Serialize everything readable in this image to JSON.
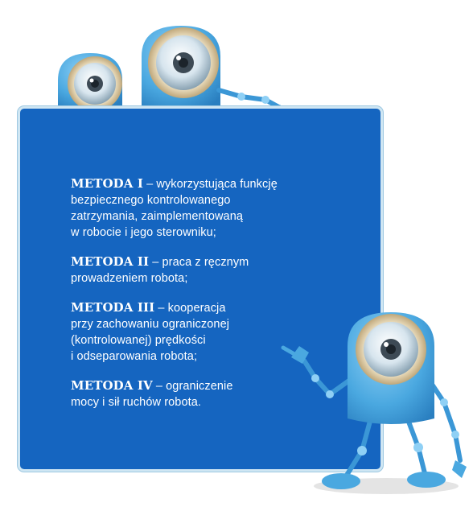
{
  "methods": [
    {
      "name": "METODA I",
      "first_line": " – wykorzystująca funkcję",
      "lines": [
        "bezpiecznego kontrolowanego",
        "zatrzymania, zaimplementowaną",
        "w robocie i jego sterowniku;"
      ]
    },
    {
      "name": "METODA II",
      "first_line": " – praca z ręcznym",
      "lines": [
        "prowadzeniem robota;"
      ]
    },
    {
      "name": "METODA III",
      "first_line": " – kooperacja",
      "lines": [
        "przy zachowaniu ograniczonej",
        "(kontrolowanej) prędkości",
        "i odseparowania robota;"
      ]
    },
    {
      "name": "METODA IV",
      "first_line": " – ograniczenie",
      "lines": [
        "mocy i sił ruchów robota."
      ]
    }
  ],
  "colors": {
    "board": "#1565c0",
    "board_border": "#cfe6f3",
    "robot_body": "#4aa8e0",
    "robot_ring": "#e8d9b5",
    "text": "#ffffff"
  },
  "icons": [
    "robot-small-icon",
    "robot-large-icon",
    "robot-walking-icon"
  ]
}
